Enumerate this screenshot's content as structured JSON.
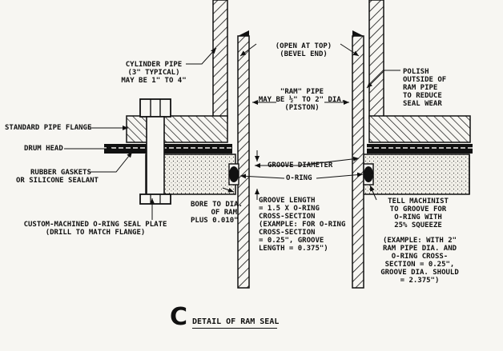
{
  "figure": {
    "letter": "C",
    "title": "DETAIL OF RAM SEAL"
  },
  "labels": {
    "open_top_1": "(OPEN AT TOP)",
    "open_top_2": "(BEVEL END)",
    "cyl_1": "CYLINDER PIPE",
    "cyl_2": "(3\" TYPICAL)",
    "cyl_3": "MAY BE 1\" TO 4\"",
    "polish_1": "POLISH",
    "polish_2": "OUTSIDE OF",
    "polish_3": "RAM PIPE",
    "polish_4": "TO REDUCE",
    "polish_5": "SEAL WEAR",
    "ram_1": "\"RAM\" PIPE",
    "ram_2": "MAY BE ½\" TO 2\" DIA.",
    "ram_3": "(PISTON)",
    "flange": "STANDARD PIPE FLANGE",
    "drum": "DRUM HEAD",
    "gasket_1": "RUBBER GASKETS",
    "gasket_2": "OR SILICONE SEALANT",
    "groove_dia": "GROOVE DIAMETER",
    "oring": "O-RING",
    "bore_1": "BORE TO DIA.",
    "bore_2": "OF RAM",
    "bore_3": "PLUS 0.010\"",
    "plate_1": "CUSTOM-MACHINED O-RING SEAL PLATE",
    "plate_2": "(DRILL TO MATCH FLANGE)",
    "glen_1": "GROOVE LENGTH",
    "glen_2": "= 1.5 X O-RING",
    "glen_3": "CROSS-SECTION",
    "glen_4": "(EXAMPLE: FOR O-RING",
    "glen_5": "CROSS-SECTION",
    "glen_6": "= 0.25\", GROOVE",
    "glen_7": "LENGTH = 0.375\")",
    "tell_1": "TELL MACHINIST",
    "tell_2": "TO GROOVE FOR",
    "tell_3": "O-RING WITH",
    "tell_4": "25% SQUEEZE",
    "ex_1": "(EXAMPLE: WITH 2\"",
    "ex_2": "RAM PIPE DIA. AND",
    "ex_3": "O-RING CROSS-",
    "ex_4": "SECTION = 0.25\",",
    "ex_5": "GROOVE DIA. SHOULD",
    "ex_6": "= 2.375\")"
  }
}
